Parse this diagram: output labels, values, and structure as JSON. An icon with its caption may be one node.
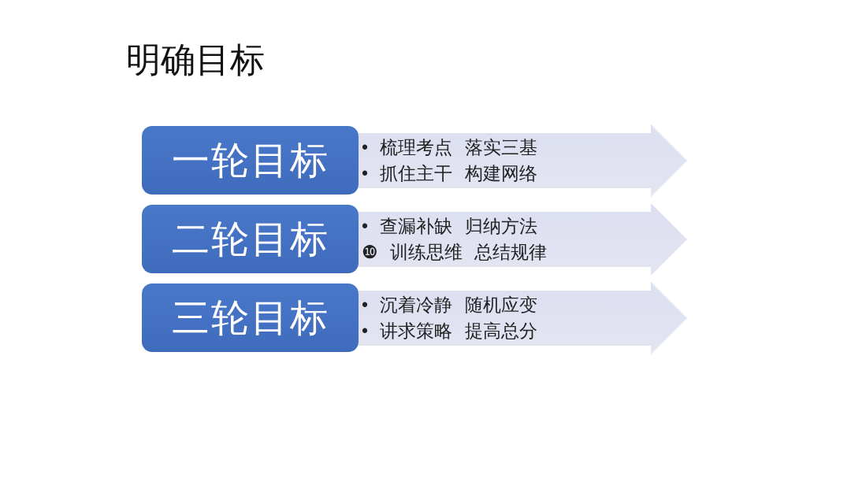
{
  "diagram": {
    "title": "明确目标",
    "nodes": [
      {
        "text": [
          "一轮目标"
        ]
      },
      {
        "text": [
          "• 梳理考点 落实三基",
          "• 抓住主干 构建网络"
        ]
      },
      {
        "text": [
          "二轮目标"
        ]
      },
      {
        "text": [
          "• 查漏补缺 归纳方法",
          "❿ 训练思维 总结规律"
        ]
      },
      {
        "text": [
          "三轮目标"
        ]
      },
      {
        "text": [
          "• 沉着冷静 随机应变",
          "• 讲求策略 提高总分"
        ]
      }
    ],
    "edges": []
  }
}
